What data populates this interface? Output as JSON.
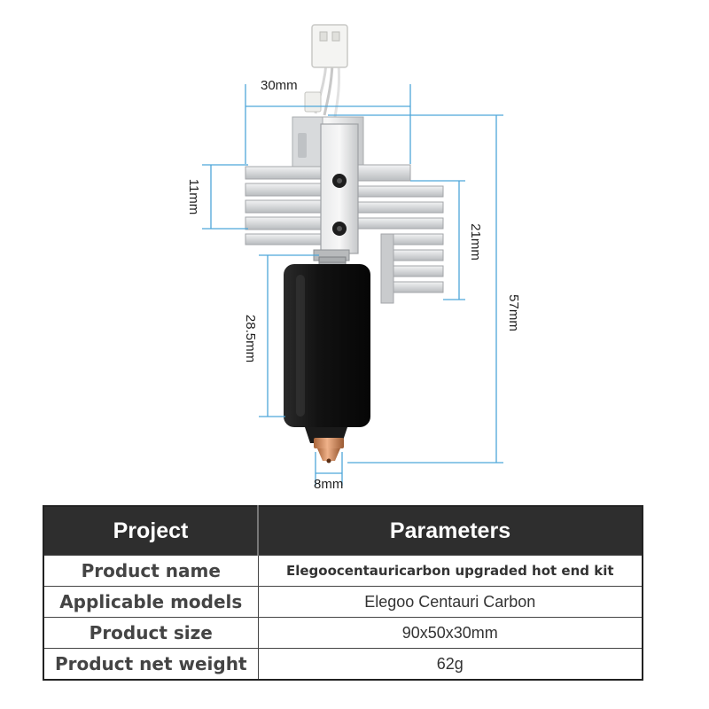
{
  "dimensions": {
    "width_top": "30mm",
    "fin_block": "11mm",
    "lower_fins": "21mm",
    "total_height": "57mm",
    "heater_block": "28.5mm",
    "nozzle_width": "8mm"
  },
  "table": {
    "header": {
      "project": "Project",
      "parameters": "Parameters"
    },
    "rows": [
      {
        "key": "Product name",
        "value": "Elegoocentauricarbon upgraded hot end kit"
      },
      {
        "key": "Applicable models",
        "value": "Elegoo Centauri Carbon"
      },
      {
        "key": "Product size",
        "value": "90x50x30mm"
      },
      {
        "key": "Product net weight",
        "value": "62g"
      }
    ]
  },
  "colors": {
    "dimension_line": "#4da6d9",
    "header_bg": "#2e2e2e",
    "heatsink": "#d4d6d8",
    "heater_sock": "#151515",
    "nozzle": "#d08a5c"
  }
}
